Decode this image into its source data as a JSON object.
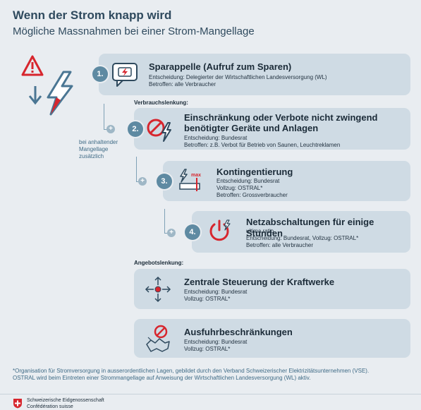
{
  "header": {
    "title": "Wenn der Strom knapp wird",
    "subtitle": "Mögliche Massnahmen bei einer Strom-Mangellage"
  },
  "labels": {
    "consumption": "Verbrauchslenkung:",
    "supply": "Angebotslenkung:",
    "side_note_1": "bei anhaltender",
    "side_note_2": "Mangellage",
    "side_note_3": "zusätzlich"
  },
  "measures": [
    {
      "number": "1.",
      "title": "Sparappelle (Aufruf zum Sparen)",
      "line1": "Entscheidung: Delegierter der Wirtschaftlichen Landesversorgung (WL)",
      "line2": "Betroffen: alle Verbraucher"
    },
    {
      "number": "2.",
      "title_1": "Einschränkung oder Verbote nicht zwingend",
      "title_2": "benötigter Geräte und Anlagen",
      "line1": "Entscheidung: Bundesrat",
      "line2": "Betroffen: z.B. Verbot für Betrieb von Saunen, Leuchtreklamen"
    },
    {
      "number": "3.",
      "title": "Kontingentierung",
      "line1": "Entscheidung: Bundesrat",
      "line2": "Vollzug: OSTRAL*",
      "line3": "Betroffen: Grossverbraucher",
      "icon_label": "max"
    },
    {
      "number": "4.",
      "title": "Netzabschaltungen für einige Stunden",
      "line1": "ultima ratio",
      "line2": "Entscheidung: Bundesrat, Vollzug: OSTRAL*",
      "line3": "Betroffen: alle Verbraucher"
    }
  ],
  "supply_measures": [
    {
      "title": "Zentrale Steuerung der Kraftwerke",
      "line1": "Entscheidung: Bundesrat",
      "line2": "Vollzug: OSTRAL*"
    },
    {
      "title": "Ausfuhrbeschränkungen",
      "line1": "Entscheidung: Bundesrat",
      "line2": "Vollzug: OSTRAL*"
    }
  ],
  "footnote": {
    "line1": "*Organisation für Stromversorgung in ausserordentlichen Lagen, gebildet durch den Verband Schweizerischer Elektrizitätsunternehmen (VSE).",
    "line2": "OSTRAL wird beim Eintreten einer Strommangellage auf Anweisung der Wirtschaftlichen Landesversorgung (WL) aktiv."
  },
  "federal": {
    "line1": "Schweizerische Eidgenossenschaft",
    "line2": "Confédération suisse"
  },
  "colors": {
    "accent": "#d7262e",
    "badge": "#5e8aa2",
    "card": "#cfdbe4",
    "text_blue": "#3f6b86"
  }
}
